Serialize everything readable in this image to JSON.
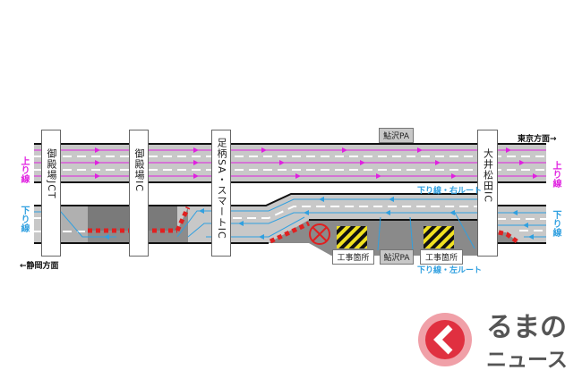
{
  "directions": {
    "tokyo": "東京方面→",
    "shizuoka": "←静岡方面"
  },
  "lines": {
    "up_left": "上り線",
    "up_right": "上り線",
    "down_left": "下り線",
    "down_right": "下り線"
  },
  "routes": {
    "right": "下り線・右ルート",
    "left": "下り線・左ルート"
  },
  "interchanges": [
    {
      "label": "御殿場JCT"
    },
    {
      "label": "御殿場IC"
    },
    {
      "label": "足柄SA・スマートIC"
    },
    {
      "label": "大井松田IC"
    }
  ],
  "facilities": {
    "pa_top": "鮎沢PA",
    "pa_bottom": "鮎沢PA",
    "works1": "工事箇所",
    "works2": "工事箇所"
  },
  "logo": {
    "line1": "るまの",
    "line2": "ニュース"
  },
  "colors": {
    "up": "#e020e0",
    "down": "#30a0e0",
    "closure": "#e02020",
    "road": "#c8c8c8",
    "closed": "#8a8a8a"
  }
}
